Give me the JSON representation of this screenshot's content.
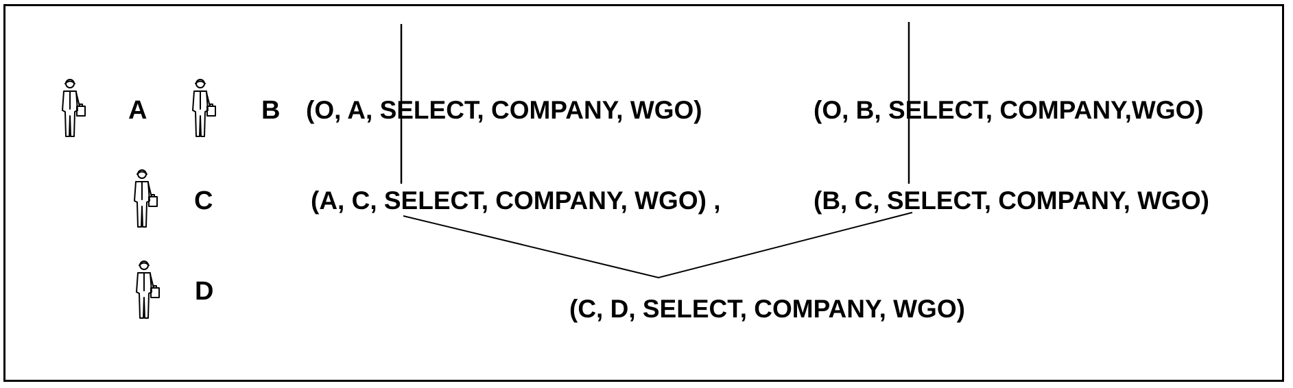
{
  "users": [
    {
      "id": "person-a",
      "label": "A",
      "icon": "businessman-icon"
    },
    {
      "id": "person-b",
      "label": "B",
      "icon": "businessman-icon"
    },
    {
      "id": "person-c",
      "label": "C",
      "icon": "businessman-icon"
    },
    {
      "id": "person-d",
      "label": "D",
      "icon": "businessman-icon"
    }
  ],
  "grants": {
    "o_a": "(O, A, SELECT, COMPANY, WGO)",
    "o_b": "(O, B, SELECT, COMPANY,WGO)",
    "a_c": "(A, C, SELECT, COMPANY, WGO) ,",
    "b_c": "(B, C, SELECT, COMPANY, WGO)",
    "c_d": "(C, D, SELECT, COMPANY, WGO)"
  },
  "colors": {
    "ink": "#000000",
    "background": "#ffffff"
  }
}
